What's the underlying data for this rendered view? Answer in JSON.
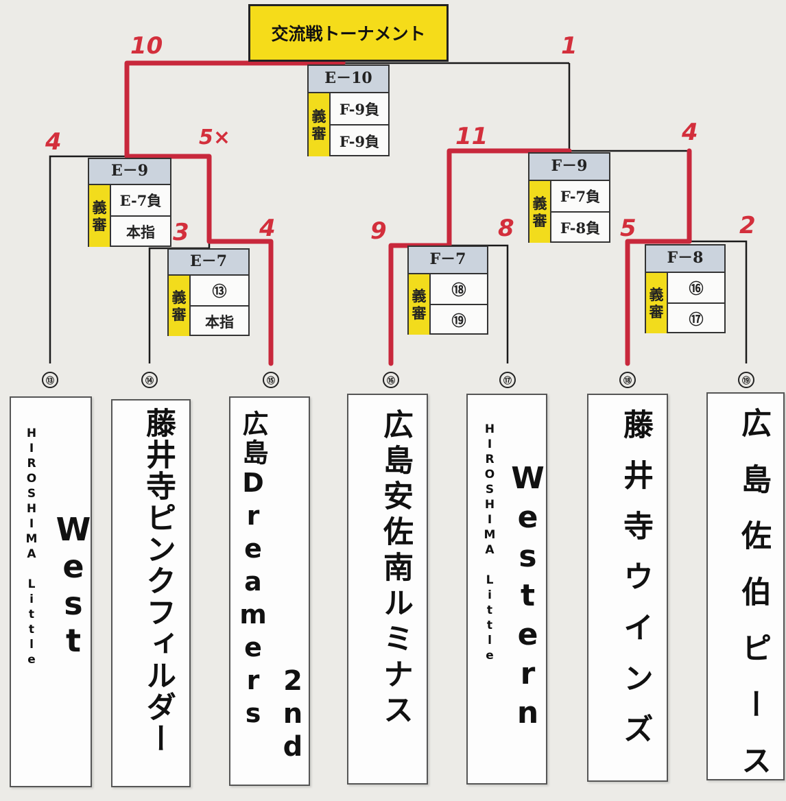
{
  "title": "交流戦トーナメント",
  "ref_label": [
    "義",
    "審"
  ],
  "matches": {
    "e10": {
      "code": "E－10",
      "rows": [
        "F-9負",
        "F-9負"
      ]
    },
    "e9": {
      "code": "E－9",
      "rows": [
        "E-7負",
        "本指"
      ]
    },
    "e7": {
      "code": "E－7",
      "rows": [
        "⑬",
        "本指"
      ]
    },
    "f9": {
      "code": "F－9",
      "rows": [
        "F-7負",
        "F-8負"
      ]
    },
    "f7": {
      "code": "F－7",
      "rows": [
        "⑱",
        "⑲"
      ]
    },
    "f8": {
      "code": "F－8",
      "rows": [
        "⑯",
        "⑰"
      ]
    }
  },
  "scores": {
    "final_left": "10",
    "final_right": "1",
    "e9_left": "4",
    "e9_right": "5×",
    "e7_left": "3",
    "e7_right": "4",
    "f9_left": "11",
    "f9_right": "4",
    "f7_left": "9",
    "f7_right": "8",
    "f8_left": "5",
    "f8_right": "2"
  },
  "seats": [
    "⑬",
    "⑭",
    "⑮",
    "⑯",
    "⑰",
    "⑱",
    "⑲"
  ],
  "teams": [
    {
      "small": "HIROSHIMA Little",
      "big": "West"
    },
    {
      "main": "藤井寺ピンクフィルダー"
    },
    {
      "main": "広島Dreamers",
      "sub": "2nd"
    },
    {
      "main": "広島安佐南ルミナス"
    },
    {
      "small": "HIROSHIMA Little",
      "big": "Western"
    },
    {
      "main": "藤井寺ウインズ"
    },
    {
      "main": "広島佐伯ピース"
    }
  ],
  "colors": {
    "winner_line": "#c8283c",
    "title_bg": "#f5dc1a",
    "ref_bg": "#f2dc1c",
    "header_bg": "#cbd3dd"
  }
}
